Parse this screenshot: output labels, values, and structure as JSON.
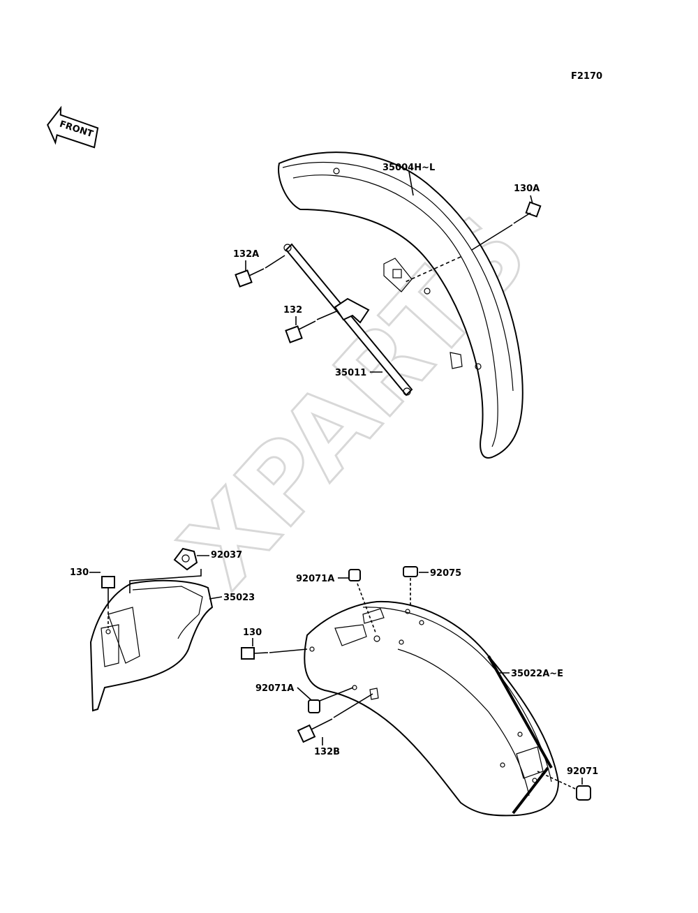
{
  "figure_code": "F2170",
  "front_label": "FRONT",
  "watermark": "XPARTS",
  "labels": {
    "front_fender": "35004H~L",
    "bolt_130A": "130A",
    "bolt_132A": "132A",
    "bolt_132": "132",
    "stay_35011": "35011",
    "bracket_92037": "92037",
    "bolt_130_left": "130",
    "cover_35023": "35023",
    "grommet_92071A_top": "92071A",
    "grommet_92075": "92075",
    "bolt_130_rear": "130",
    "rear_fender": "35022A~E",
    "grommet_92071A_bottom": "92071A",
    "bolt_132B": "132B",
    "grommet_92071": "92071"
  },
  "colors": {
    "ink": "#000000",
    "watermark": "#d8d8d8",
    "background": "#ffffff"
  }
}
